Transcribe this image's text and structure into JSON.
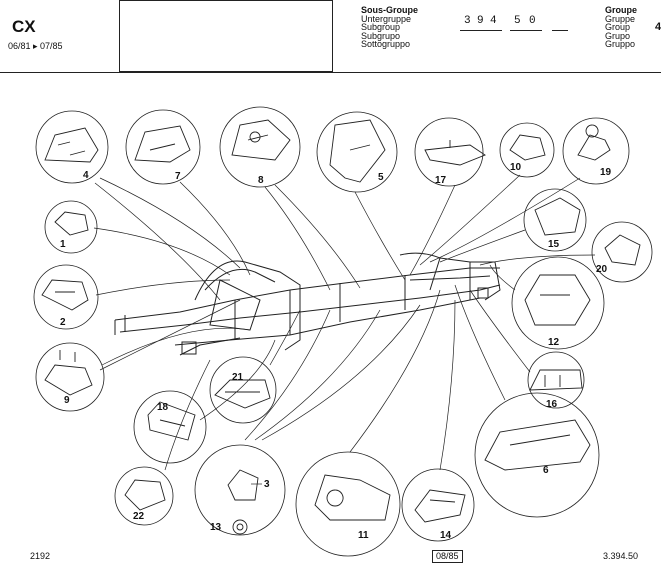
{
  "header": {
    "model": "CX",
    "period": "06/81 ▸ 07/85",
    "subgroup_labels": [
      "Sous-Groupe",
      "Untergruppe",
      "Subgroup",
      "Subgrupo",
      "Sottogruppo"
    ],
    "code_digits": [
      "3",
      "9",
      "4",
      "5",
      "0"
    ],
    "group_labels": [
      "Groupe",
      "Gruppe",
      "Group",
      "Grupo",
      "Gruppo"
    ],
    "group_value": "4"
  },
  "parts": [
    {
      "label": "4"
    },
    {
      "label": "7"
    },
    {
      "label": "8"
    },
    {
      "label": "5"
    },
    {
      "label": "17"
    },
    {
      "label": "10"
    },
    {
      "label": "19"
    },
    {
      "label": "1"
    },
    {
      "label": "15"
    },
    {
      "label": "20"
    },
    {
      "label": "2"
    },
    {
      "label": "12"
    },
    {
      "label": "9"
    },
    {
      "label": "21"
    },
    {
      "label": "16"
    },
    {
      "label": "18"
    },
    {
      "label": "6"
    },
    {
      "label": "3"
    },
    {
      "label": "22"
    },
    {
      "label": "13"
    },
    {
      "label": "11"
    },
    {
      "label": "14"
    }
  ],
  "footer": {
    "left": "2192",
    "center": "08/85",
    "right": "3.394.50"
  }
}
